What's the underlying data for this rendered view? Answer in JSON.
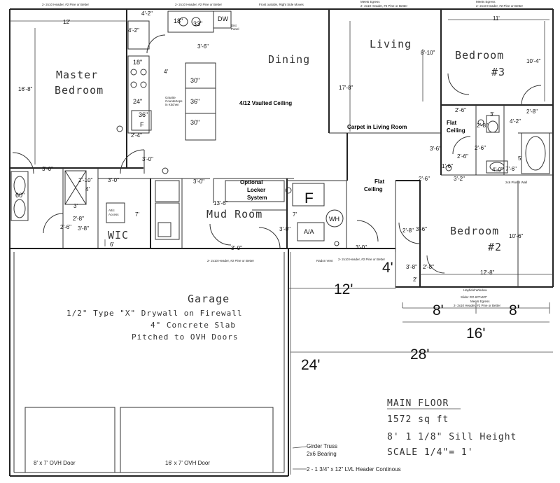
{
  "rooms": {
    "master_1": "Master",
    "master_2": "Bedroom",
    "dining": "Dining",
    "living": "Living",
    "bedroom3_1": "Bedroom",
    "bedroom3_2": "#3",
    "bedroom2_1": "Bedroom",
    "bedroom2_2": "#2",
    "mud_room": "Mud Room",
    "wic": "WIC",
    "garage": "Garage"
  },
  "garage_notes": {
    "line1": "1/2\" Type \"X\" Drywall on Firewall",
    "line2": "4\" Concrete Slab",
    "line3": "Pitched to OVH Doors"
  },
  "bold_notes": {
    "vaulted": "4/12 Vaulted Ceiling",
    "carpet": "Carpet in Living Room",
    "flat_a1": "Flat",
    "flat_a2": "Ceiling",
    "flat_b1": "Flat",
    "flat_b2": "Ceiling",
    "locker1": "Optional",
    "locker2": "Locker",
    "locker3": "System"
  },
  "appliances": {
    "sink_18": "18\"",
    "sink_33": "33\"",
    "dw": "DW",
    "range_18": "18\"",
    "c24": "24\"",
    "f36": "36\"",
    "f_letter": "F",
    "i30a": "30\"",
    "i36": "36\"",
    "i30b": "30\"",
    "tub60": "60\"",
    "ac": "A/A",
    "wh": "WH",
    "furnace": "F"
  },
  "small_notes": {
    "h1": "2- 2x10 Header, #2 Pine or Better",
    "h2": "2- 2x10 Header, #2 Pine or Better",
    "h3": "Frost outside, Right Side Moves",
    "h4": "Meets Egress",
    "h5": "2- 2x10 Header, #2 Pine or Better",
    "h6": "Meets Egress",
    "h7": "2- 2x10 Header, #2 Pine or Better",
    "dw1": "Dist",
    "dw2": "Panel",
    "granite1": "Granite",
    "granite2": "Countertops",
    "granite3": "in Kitchen",
    "attic1": "Attic",
    "attic2": "Access",
    "hdr_mud": "2- 2x10 Header, #2 Pine or Better",
    "hdr_hall": "2- 2x10 Header, #2 Pine or Better",
    "radon": "Radon Vent",
    "win1": "Hayfield Window",
    "win2": "Slider RO 6'0\"x5'0\"",
    "win3": "Meets Egress",
    "win4": "2- 2x10 Header, #2 Pine or Better",
    "plumb": "2x6 Plumb Wall"
  },
  "dims": {
    "d12": "12'",
    "d16_8": "16'-8\"",
    "d4_2a": "4'-2\"",
    "d4_2b": "4'-2\"",
    "d3_6k": "3'-6\"",
    "d4": "4'",
    "d2_4": "2'-4\"",
    "d3_0a": "3'-0\"",
    "d3_0b": "3'-0\"",
    "d3_0c": "3'-0\"",
    "d2_10": "2'-10\"",
    "d4s": "4'",
    "d3s": "3'",
    "d2_8a": "2'-8\"",
    "d3_8a": "3'-8\"",
    "d2_6a": "2'-6\"",
    "d7a": "7'",
    "d6": "6'",
    "d3_0d": "3'-0\"",
    "d13_6": "13'-6\"",
    "d7b": "7'",
    "d3_0e": "3'-0\"",
    "d3_0f": "3'-0\"",
    "d3_0g": "3'-0\"",
    "d17_8": "17'-8\"",
    "d8_10": "8'-10\"",
    "d11": "11'",
    "d10_4": "10'-4\"",
    "d2_6b": "2'-6\"",
    "d3b": "3'",
    "d2_8b": "2'-8\"",
    "d2_8c": "2'-8\"",
    "d4_2c": "4'-2\"",
    "d3_6a": "3'-6\"",
    "d2_6c": "2'-6\"",
    "d2_6d": "2'-6\"",
    "d5": "5'",
    "d1_6": "1'-6\"",
    "d4_0": "4'-0\"",
    "d7_6": "7'-6\"",
    "d3_2": "3'-2\"",
    "d2_6e": "2'-6\"",
    "d2_8d": "2'-8\"",
    "d3_6b": "3'-6\"",
    "d10_6": "10'-6\"",
    "d3_8b": "3'-8\"",
    "d2_8e": "2'-8\"",
    "d2ft": "2'",
    "d12_8": "12'-8\""
  },
  "big_dims": {
    "d12": "12'",
    "d4": "4'",
    "d8a": "8'",
    "d8b": "8'",
    "d16": "16'",
    "d28": "28'",
    "d24": "24'"
  },
  "ovh": {
    "small": "8' x 7' OVH Door",
    "large": "16' x 7' OVH Door",
    "girder1": "Girder Truss",
    "girder2": "2x6 Bearing",
    "lvl": "2 - 1 3/4\" x 12\" LVL Header Continous"
  },
  "title_block": {
    "title": "MAIN FLOOR",
    "area": "1572 sq ft",
    "sill": "8' 1 1/8\" Sill Height",
    "scale": "SCALE 1/4\"= 1'"
  }
}
